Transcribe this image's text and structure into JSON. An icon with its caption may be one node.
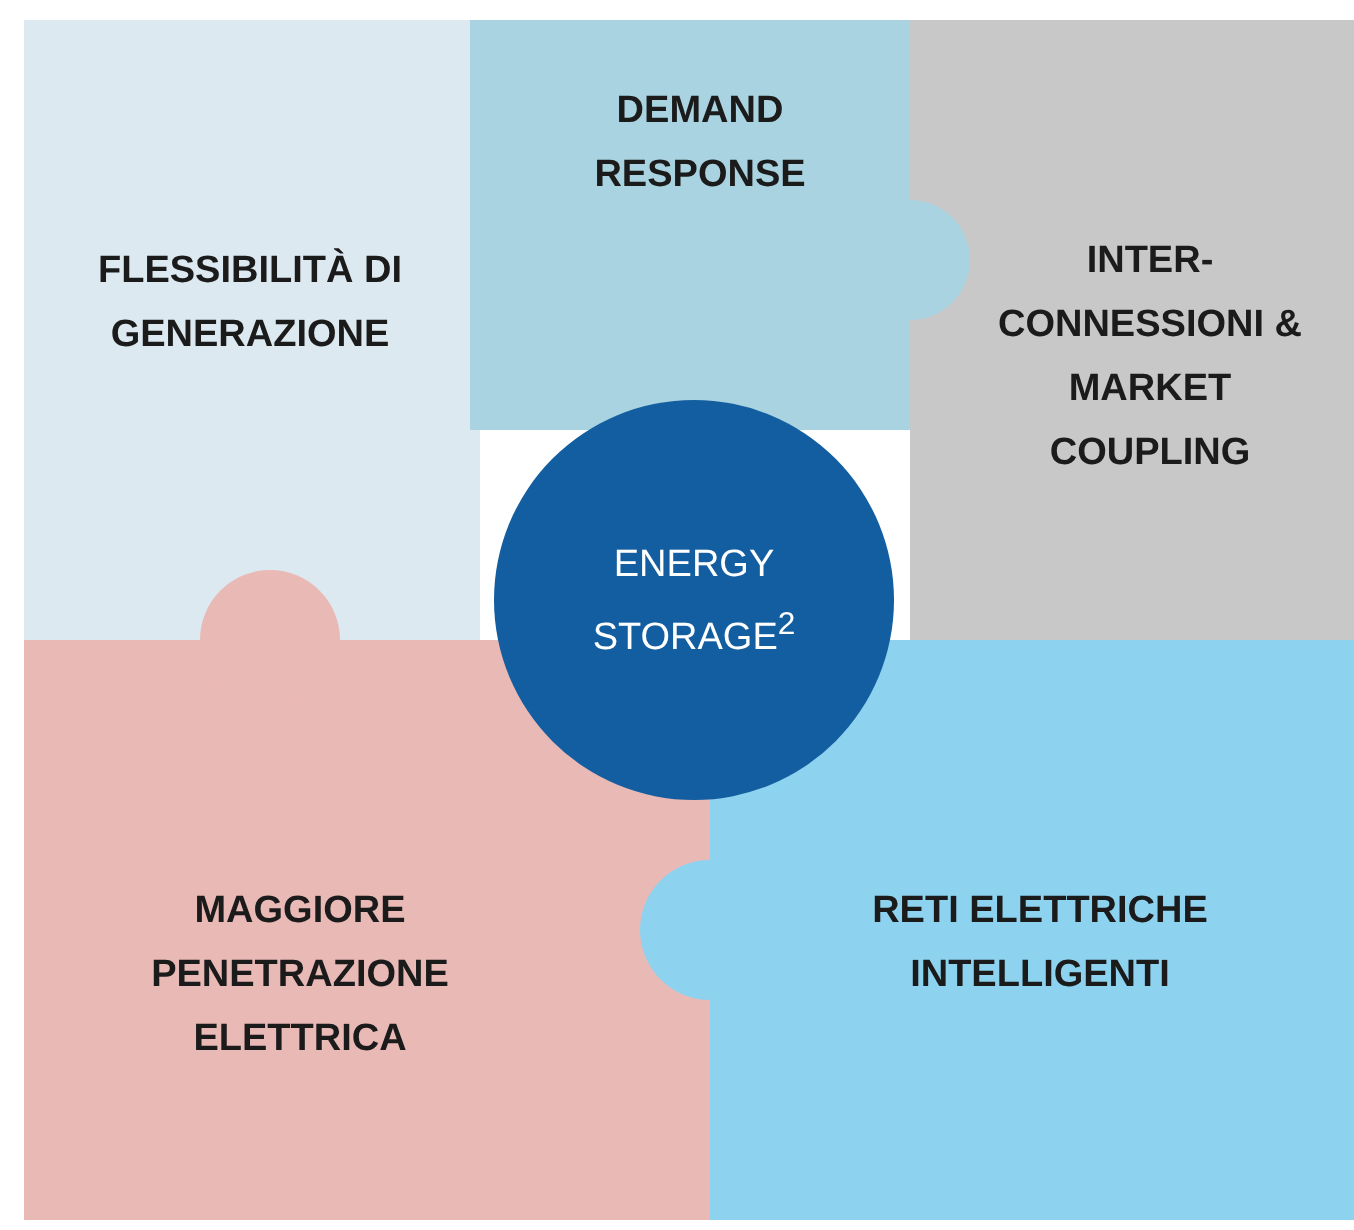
{
  "diagram": {
    "nodes": [
      {
        "text": [
          "FLESSIBILITÀ DI GENERAZIONE"
        ]
      },
      {
        "text": [
          "DEMAND RESPONSE"
        ]
      },
      {
        "text": [
          "INTER- CONNESSIONI & MARKET COUPLING"
        ]
      },
      {
        "text": [
          "MAGGIORE PENETRAZIONE ELETTRICA"
        ]
      },
      {
        "text": [
          "RETI ELETTRICHE INTELLIGENTI"
        ]
      },
      {
        "text": [
          "ENERGY STORAGE$^{2}$"
        ]
      }
    ]
  }
}
